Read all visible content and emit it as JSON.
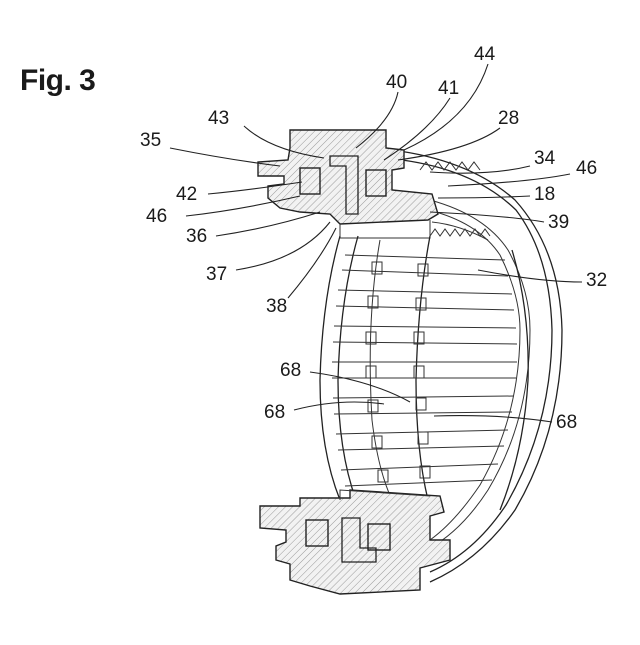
{
  "figure": {
    "title": "Fig. 3",
    "labels": {
      "r44": "44",
      "r40": "40",
      "r41": "41",
      "r43": "43",
      "r28": "28",
      "r35": "35",
      "r34": "34",
      "r46a": "46",
      "r42": "42",
      "r18": "18",
      "r46b": "46",
      "r39": "39",
      "r36": "36",
      "r37": "37",
      "r32": "32",
      "r38": "38",
      "r68a": "68",
      "r68b": "68",
      "r68c": "68"
    }
  }
}
